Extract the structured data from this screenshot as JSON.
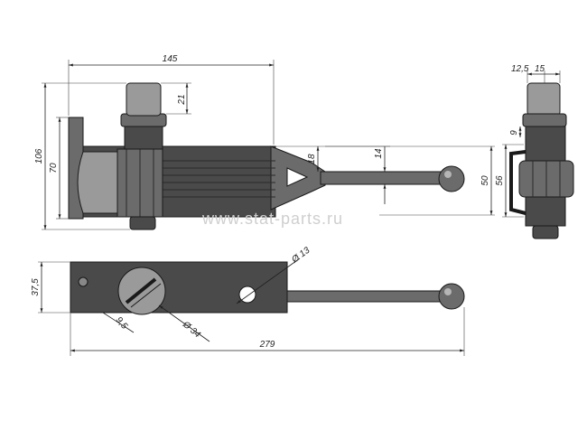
{
  "watermark": "www.stat-parts.ru",
  "dimensions": {
    "top_width": "145",
    "top_neck": "21",
    "left_outer": "106",
    "left_inner": "70",
    "slot": "18",
    "arm": "14",
    "side_w1": "12,5",
    "side_w2": "15",
    "side_small": "9",
    "side_h1": "50",
    "side_h2": "56",
    "bottom_height": "37,5",
    "hole": "Ø 13",
    "knob": "Ø 34",
    "knob_small": "9,5",
    "total_length": "279"
  }
}
